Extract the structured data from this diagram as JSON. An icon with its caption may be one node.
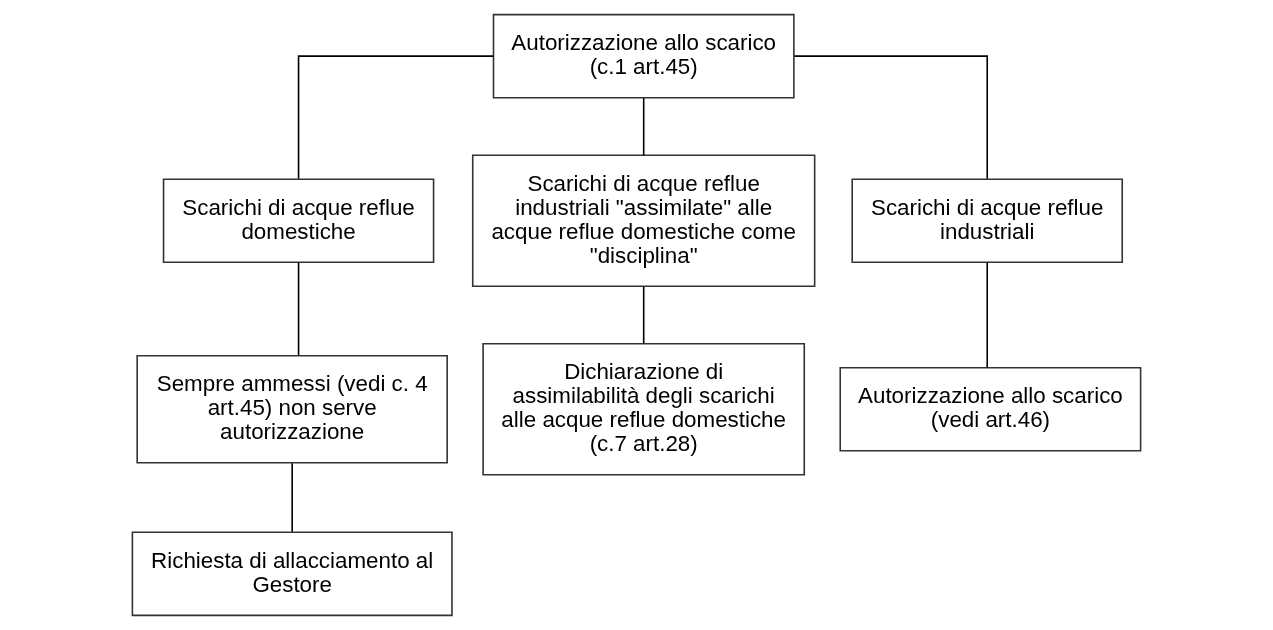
{
  "diagram": {
    "nodes": [
      {
        "text": [
          "Autorizzazione allo scarico (c.1 art.45)"
        ]
      },
      {
        "text": [
          "Scarichi di acque reflue domestiche"
        ]
      },
      {
        "text": [
          "Scarichi di acque reflue industriali \"assimilate\" alle acque reflue domestiche come \"disciplina\""
        ]
      },
      {
        "text": [
          "Scarichi di acque reflue industriali"
        ]
      },
      {
        "text": [
          "Sempre ammessi (vedi c. 4 art.45) non serve autorizzazione"
        ]
      },
      {
        "text": [
          "Dichiarazione di assimilabilità degli scarichi alle acque reflue domestiche (c.7 art.28)"
        ]
      },
      {
        "text": [
          "Autorizzazione allo scarico (vedi art.46)"
        ]
      },
      {
        "text": [
          "Richiesta di allacciamento al Gestore"
        ]
      }
    ],
    "edges": [
      {
        "from": 0,
        "to": 1,
        "arrow": "none"
      },
      {
        "from": 0,
        "to": 2,
        "arrow": "none"
      },
      {
        "from": 0,
        "to": 3,
        "arrow": "none"
      },
      {
        "from": 1,
        "to": 4,
        "arrow": "none"
      },
      {
        "from": 2,
        "to": 5,
        "arrow": "none"
      },
      {
        "from": 3,
        "to": 6,
        "arrow": "none"
      },
      {
        "from": 4,
        "to": 7,
        "arrow": "none"
      }
    ]
  }
}
